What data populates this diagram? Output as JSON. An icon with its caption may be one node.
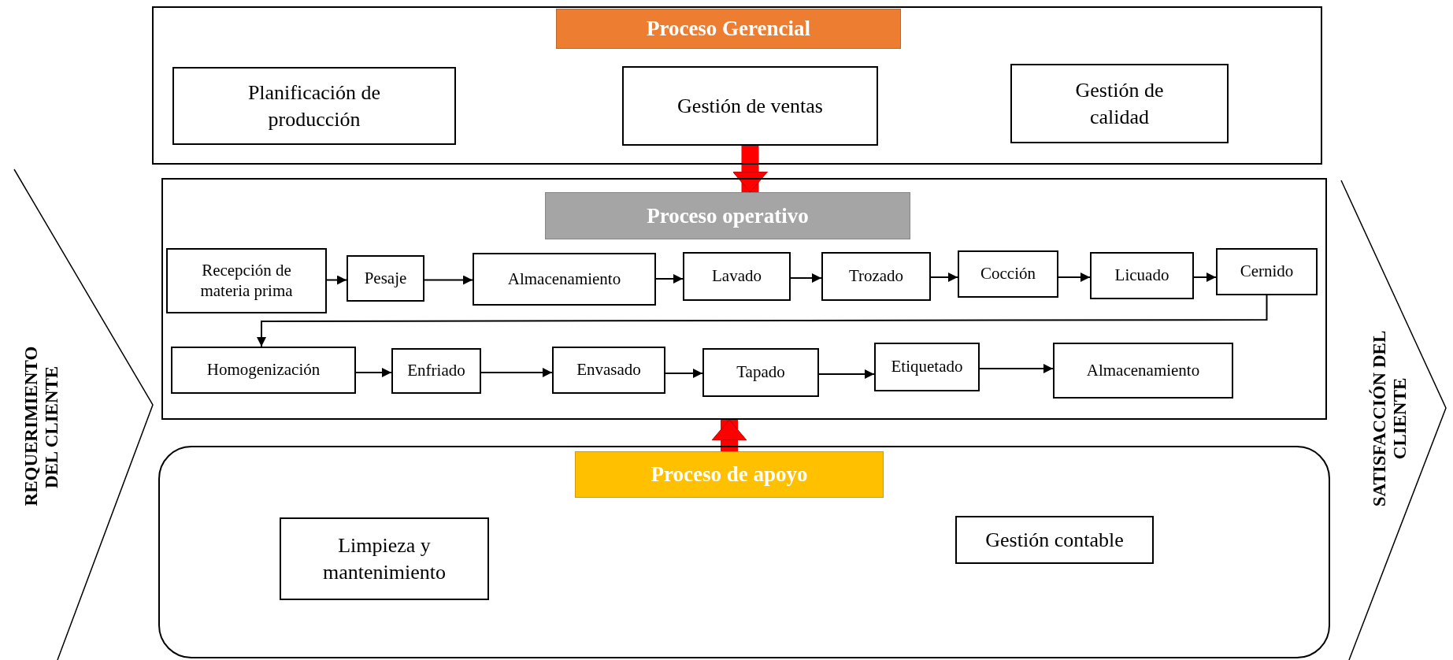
{
  "diagram": {
    "nodes": [
      {
        "text": [],
        "shape": "box"
      },
      {
        "text": [
          "Proceso Gerencial"
        ],
        "in": 0
      },
      {
        "text": [
          "Planificación de producción"
        ],
        "in": 0
      },
      {
        "text": [
          "Gestión de ventas"
        ],
        "in": 0
      },
      {
        "text": [
          "Gestión de calidad"
        ],
        "in": 0
      },
      {
        "text": [],
        "shape": "box"
      },
      {
        "text": [
          "Proceso operativo"
        ],
        "in": 5
      },
      {
        "text": [
          "Recepción de materia prima"
        ],
        "in": 5
      },
      {
        "text": [
          "Pesaje"
        ],
        "in": 5
      },
      {
        "text": [
          "Almacenamiento"
        ],
        "in": 5
      },
      {
        "text": [
          "Lavado"
        ],
        "in": 5
      },
      {
        "text": [
          "Trozado"
        ],
        "in": 5
      },
      {
        "text": [
          "Cocción"
        ],
        "in": 5
      },
      {
        "text": [
          "Licuado"
        ],
        "in": 5
      },
      {
        "text": [
          "Cernido"
        ],
        "in": 5
      },
      {
        "text": [
          "Homogenización"
        ],
        "in": 5
      },
      {
        "text": [
          "Enfriado"
        ],
        "in": 5
      },
      {
        "text": [
          "Envasado"
        ],
        "in": 5
      },
      {
        "text": [
          "Tapado"
        ],
        "in": 5
      },
      {
        "text": [
          "Etiquetado"
        ],
        "in": 5
      },
      {
        "text": [
          "Almacenamiento"
        ],
        "in": 5
      },
      {
        "text": [],
        "shape": "box"
      },
      {
        "text": [
          "Proceso de apoyo"
        ],
        "in": 21
      },
      {
        "text": [
          "Limpieza y mantenimiento"
        ],
        "in": 21
      },
      {
        "text": [
          "Gestión contable"
        ],
        "in": 21
      }
    ],
    "edges": [
      {
        "from": 3,
        "to": 6,
        "arrow": "to",
        "style": "thick",
        "color": "#ff0000"
      },
      {
        "from": 7,
        "to": 8,
        "arrow": "to"
      },
      {
        "from": 8,
        "to": 9,
        "arrow": "to"
      },
      {
        "from": 9,
        "to": 10,
        "arrow": "to"
      },
      {
        "from": 10,
        "to": 11,
        "arrow": "to"
      },
      {
        "from": 11,
        "to": 12,
        "arrow": "to"
      },
      {
        "from": 12,
        "to": 13,
        "arrow": "to"
      },
      {
        "from": 13,
        "to": 14,
        "arrow": "to"
      },
      {
        "from": 14,
        "to": 15,
        "arrow": "to"
      },
      {
        "from": 15,
        "to": 16,
        "arrow": "to"
      },
      {
        "from": 16,
        "to": 17,
        "arrow": "to"
      },
      {
        "from": 17,
        "to": 18,
        "arrow": "to"
      },
      {
        "from": 18,
        "to": 19,
        "arrow": "to"
      },
      {
        "from": 19,
        "to": 20,
        "arrow": "to"
      },
      {
        "from": 22,
        "to": 5,
        "arrow": "to",
        "style": "thick",
        "color": "#ff0000"
      }
    ],
    "labels": [
      "REQUERIMIENTO DEL CLIENTE",
      "SATISFACCIÓN DEL CLIENTE"
    ]
  }
}
